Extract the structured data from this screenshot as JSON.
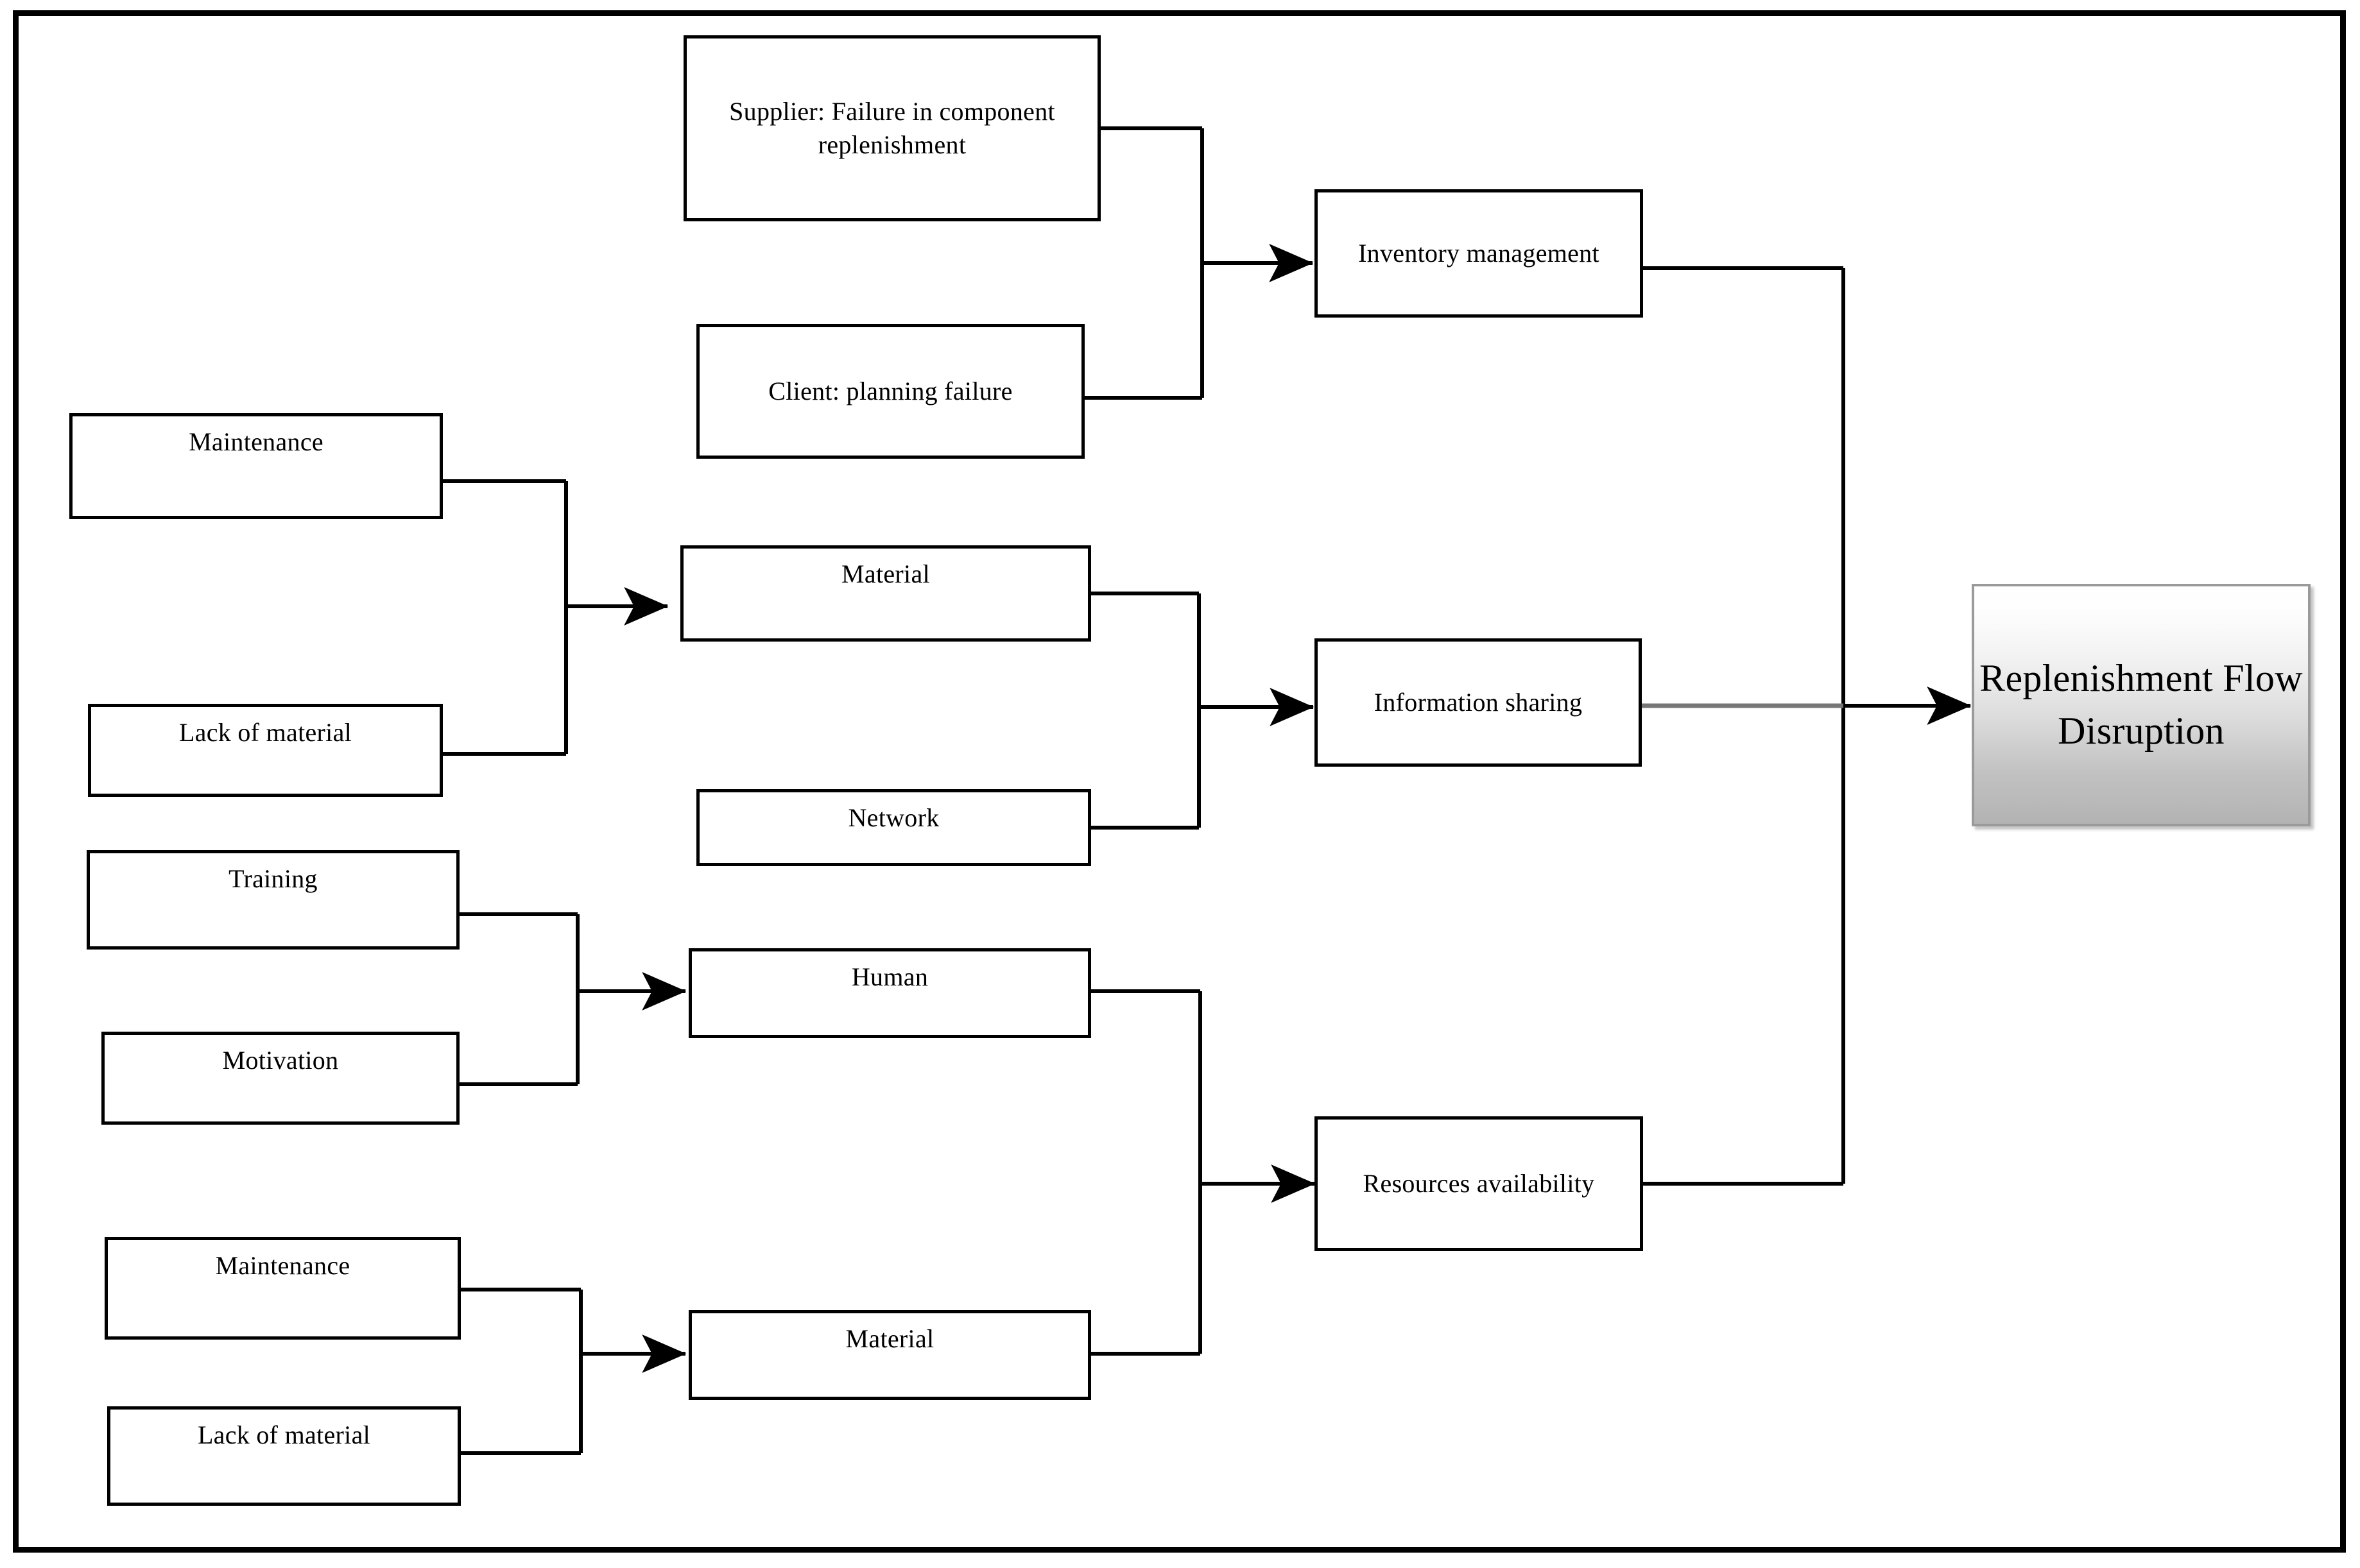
{
  "diagram": {
    "title": "Replenishment Flow Disruption cause diagram",
    "frame": {
      "border_color": "#000000"
    },
    "colors": {
      "node_border": "#000000",
      "connector": "#000000",
      "terminal_border": "#9a9a9a",
      "terminal_gradient_top": "#ffffff",
      "terminal_gradient_bottom": "#b3b3b3",
      "text": "#000000"
    },
    "nodes": [
      {
        "id": "supplier_failure",
        "label": "Supplier: Failure in component replenishment",
        "column": "causes",
        "group": "inventory"
      },
      {
        "id": "client_planning",
        "label": "Client: planning failure",
        "column": "causes",
        "group": "inventory"
      },
      {
        "id": "maintenance_top",
        "label": "Maintenance",
        "column": "root",
        "group": "material_top"
      },
      {
        "id": "lack_of_material_top",
        "label": "Lack of material",
        "column": "root",
        "group": "material_top"
      },
      {
        "id": "material_top",
        "label": "Material",
        "column": "causes",
        "group": "information"
      },
      {
        "id": "network",
        "label": "Network",
        "column": "causes",
        "group": "information"
      },
      {
        "id": "training",
        "label": "Training",
        "column": "root",
        "group": "human"
      },
      {
        "id": "motivation",
        "label": "Motivation",
        "column": "root",
        "group": "human"
      },
      {
        "id": "human",
        "label": "Human",
        "column": "causes",
        "group": "resources"
      },
      {
        "id": "maintenance_bottom",
        "label": "Maintenance",
        "column": "root",
        "group": "material_bottom"
      },
      {
        "id": "lack_of_material_bot",
        "label": "Lack of material",
        "column": "root",
        "group": "material_bottom"
      },
      {
        "id": "material_bottom",
        "label": "Material",
        "column": "causes",
        "group": "resources"
      },
      {
        "id": "inventory_management",
        "label": "Inventory management",
        "column": "factors",
        "group": "outcome"
      },
      {
        "id": "information_sharing",
        "label": "Information sharing",
        "column": "factors",
        "group": "outcome"
      },
      {
        "id": "resources_availability",
        "label": "Resources availability",
        "column": "factors",
        "group": "outcome"
      },
      {
        "id": "replenishment_flow_disruption",
        "label": "Replenishment Flow Disruption",
        "column": "outcome",
        "group": "terminal"
      }
    ],
    "edges": [
      {
        "from": [
          "supplier_failure",
          "client_planning"
        ],
        "to": "inventory_management",
        "style": "bracket-arrow"
      },
      {
        "from": [
          "maintenance_top",
          "lack_of_material_top"
        ],
        "to": "material_top",
        "style": "bracket-arrow"
      },
      {
        "from": [
          "material_top",
          "network"
        ],
        "to": "information_sharing",
        "style": "bracket-arrow"
      },
      {
        "from": [
          "training",
          "motivation"
        ],
        "to": "human",
        "style": "bracket-arrow"
      },
      {
        "from": [
          "maintenance_bottom",
          "lack_of_material_bot"
        ],
        "to": "material_bottom",
        "style": "bracket-arrow"
      },
      {
        "from": [
          "human",
          "material_bottom"
        ],
        "to": "resources_availability",
        "style": "bracket-arrow"
      },
      {
        "from": [
          "inventory_management",
          "information_sharing",
          "resources_availability"
        ],
        "to": "replenishment_flow_disruption",
        "style": "bus-arrow"
      }
    ]
  }
}
